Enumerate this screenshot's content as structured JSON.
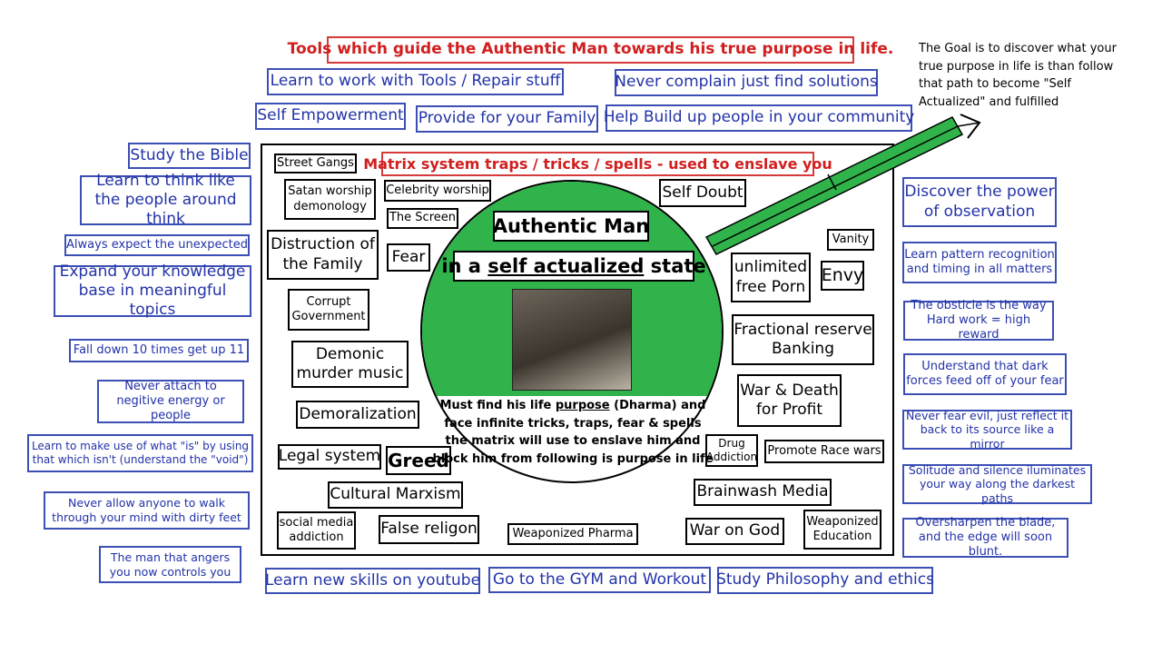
{
  "header": {
    "title": "Tools which guide the Authentic Man towards his true purpose in life."
  },
  "goal_note": "The Goal is to discover what your true purpose in life is  than follow that path to become \"Self Actualized\" and fulfilled",
  "top_tools": [
    "Learn to work with Tools / Repair stuff",
    "Never complain just find solutions",
    "Self Empowerment",
    "Provide for your Family",
    "Help Build up people in your community"
  ],
  "left_tools": [
    "Study the Bible",
    "Learn to think like the people around think",
    "Always expect the unexpected",
    "Expand your knowledge base in meaningful topics",
    "Fall down 10 times get up 11",
    "Never attach to negitive energy or people",
    "Learn to make use of what \"is\" by using that which isn't (understand the \"void\")",
    "Never allow anyone to walk through your mind with dirty feet",
    "The man that angers you now controls you"
  ],
  "right_tools": [
    "Discover the power of observation",
    "Learn pattern recognition and timing in all matters",
    "The obsticle is the way Hard work = high reward",
    "Understand that dark forces feed off of your fear",
    "Never fear evil, just reflect it back to its source like a mirror",
    "Solitude and silence iluminates your way along the darkest paths",
    "Oversharpen the blade, and the edge will soon blunt."
  ],
  "bottom_tools": [
    "Learn new skills on youtube",
    "Go to the GYM and Workout",
    "Study Philosophy and ethics"
  ],
  "matrix": {
    "title": "Matrix system traps / tricks / spells - used to enslave you",
    "traps": {
      "street_gangs": "Street Gangs",
      "satan_worship": "Satan worship demonology",
      "celebrity_worship": "Celebrity worship",
      "the_screen": "The Screen",
      "self_doubt": "Self Doubt",
      "vanity": "Vanity",
      "destruction_family": "Distruction of the Family",
      "fear": "Fear",
      "unlimited_porn": "unlimited free Porn",
      "envy": "Envy",
      "corrupt_government": "Corrupt Government",
      "fractional_reserve": "Fractional reserve Banking",
      "demonic_music": "Demonic murder music",
      "war_death": "War & Death for Profit",
      "demoralization": "Demoralization",
      "drug_addiction": "Drug Addiction",
      "promote_race_wars": "Promote Race wars",
      "legal_system": "Legal system",
      "greed": "Greed",
      "cultural_marxism": "Cultural Marxism",
      "brainwash_media": "Brainwash Media",
      "social_media": "social media addiction",
      "false_religion": "False religon",
      "weaponized_pharma": "Weaponized Pharma",
      "war_on_god": "War on God",
      "weaponized_education": "Weaponized Education"
    }
  },
  "center": {
    "title_line1": "Authentic Man",
    "title_line2_pre": "in a ",
    "title_line2_em": "self actualized",
    "title_line2_post": " state",
    "desc_pre": "Must find his life ",
    "desc_em": "purpose",
    "desc_post": " (Dharma) and face infinite tricks, traps, fear & spells the matrix will use to enslave him and block him from following is purpose in life"
  },
  "colors": {
    "tool_blue": "#2232a8",
    "trap_red": "#d11f1f",
    "circle_green": "#2fb34a"
  },
  "icons": {
    "photo": "portrait-photo"
  }
}
